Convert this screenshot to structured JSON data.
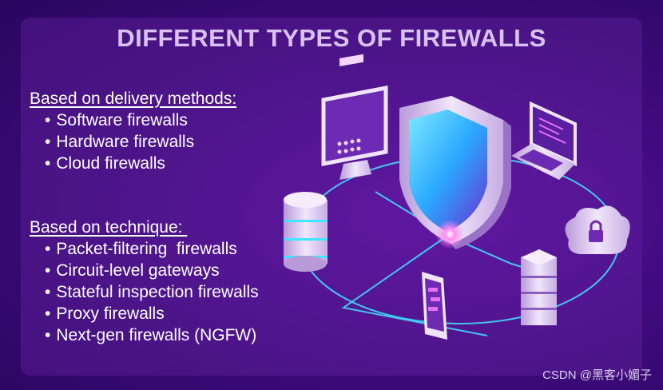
{
  "title": "DIFFERENT TYPES OF FIREWALLS",
  "delivery": {
    "heading": "Based on delivery methods:",
    "items": [
      "Software firewalls",
      "Hardware firewalls",
      "Cloud firewalls"
    ]
  },
  "technique": {
    "heading": "Based on technique: ",
    "items": [
      "Packet-filtering  firewalls",
      "Circuit-level gateways",
      "Stateful inspection firewalls",
      "Proxy firewalls",
      "Next-gen firewalls (NGFW)"
    ]
  },
  "watermark": "CSDN @黑客小媚子",
  "colors": {
    "title": "#d9c2f0",
    "accent_cyan": "#3fe6ff",
    "shield_face": "#2fc4ff",
    "device": "#e6d6f5"
  },
  "icons": [
    "shield-icon",
    "monitor-icon",
    "laptop-icon",
    "database-icon",
    "server-icon",
    "smartphone-icon",
    "cloud-lock-icon"
  ]
}
